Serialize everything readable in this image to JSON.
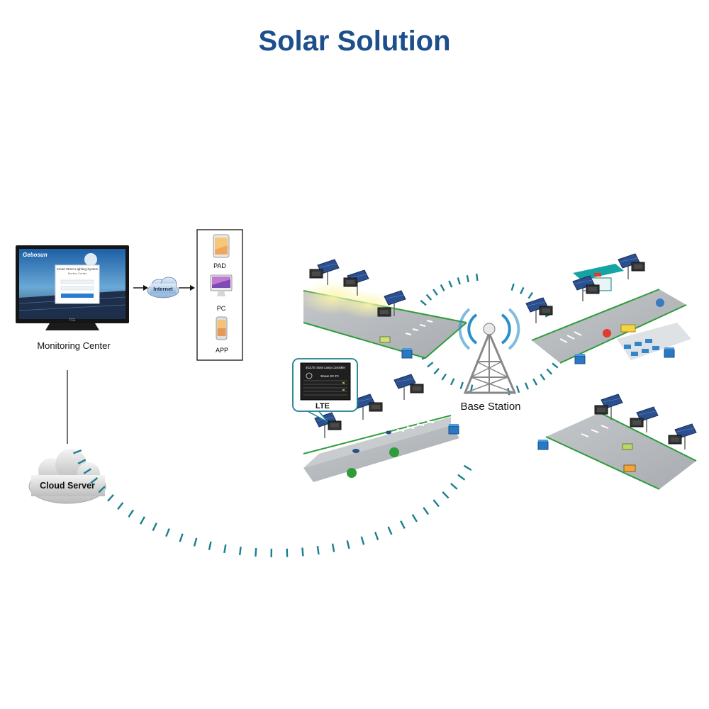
{
  "title": "Solar Solution",
  "monitoring": {
    "label": "Monitoring Center",
    "screen_brand": "Gebosun",
    "screen_login_title": "Smart Street Lighting System",
    "screen_login_sub": "Monitor Center",
    "tv_brand": "TCL"
  },
  "internet_label": "Internet",
  "devices": [
    {
      "label": "PAD",
      "icon": "tablet-icon"
    },
    {
      "label": "PC",
      "icon": "imac-icon"
    },
    {
      "label": "APP",
      "icon": "phone-icon"
    }
  ],
  "cloud_label": "Cloud Server",
  "base_station_label": "Base Station",
  "controller": {
    "badge": "LTE",
    "header": "4G/LTE Solar Lamp Controller",
    "model": "Bosun SC-F3"
  },
  "colors": {
    "title": "#1c4f8c",
    "signal": "#1a7f8f",
    "road": "#b7bbbf",
    "grass_line": "#2e9c3a"
  }
}
